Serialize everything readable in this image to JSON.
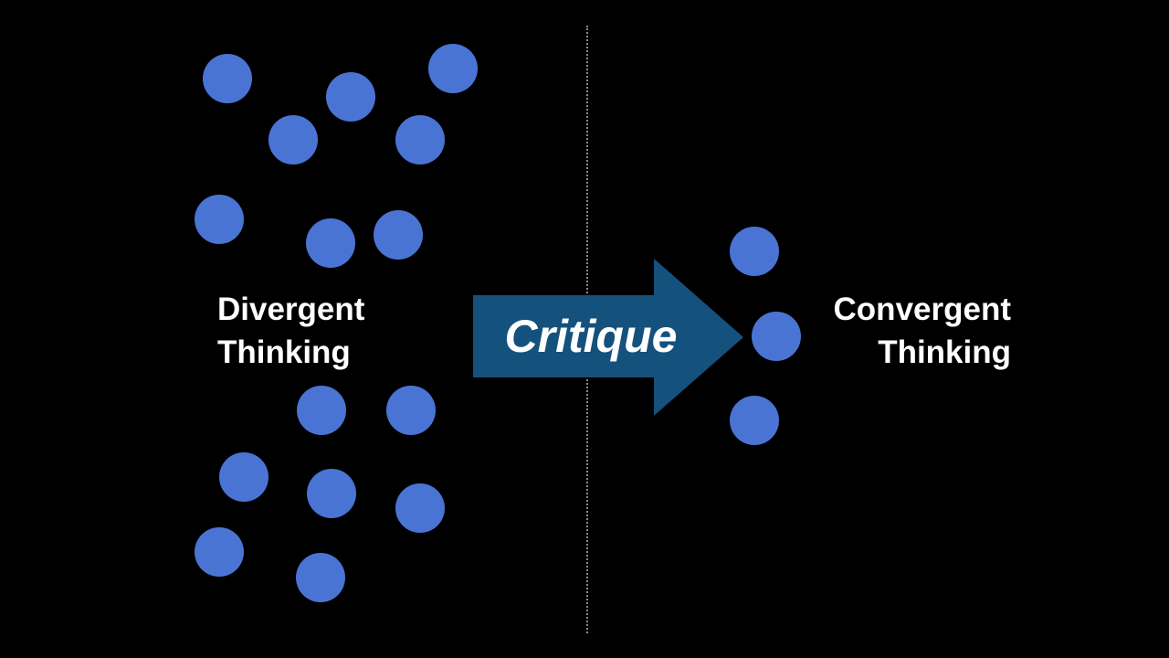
{
  "colors": {
    "background": "#000000",
    "dot": "#4a74d4",
    "arrow": "#14517d",
    "divider": "#8a8a8a",
    "text": "#ffffff"
  },
  "left_label": {
    "line1": "Divergent",
    "line2": "Thinking"
  },
  "right_label": {
    "line1": "Convergent",
    "line2": "Thinking"
  },
  "arrow": {
    "label": "Critique"
  }
}
